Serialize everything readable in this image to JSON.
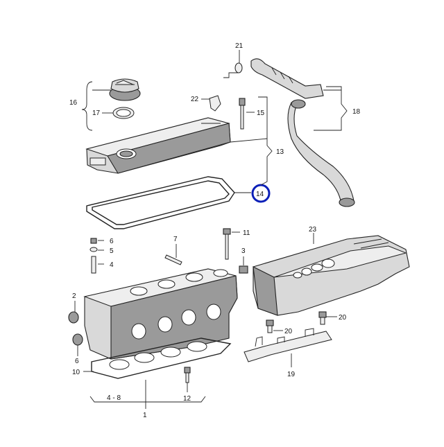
{
  "callouts": {
    "c1": "1",
    "c2": "2",
    "c3": "3",
    "c4": "4",
    "c5": "5",
    "c6": "6",
    "c6b": "6",
    "c7": "7",
    "c10": "10",
    "c11": "11",
    "c12": "12",
    "c13": "13",
    "c14": "14",
    "c15": "15",
    "c16": "16",
    "c17": "17",
    "c18": "18",
    "c19": "19",
    "c20a": "20",
    "c20b": "20",
    "c21": "21",
    "c22": "22",
    "c23": "23",
    "c48": "4 - 8"
  },
  "highlight_color": "#0b1fb8"
}
